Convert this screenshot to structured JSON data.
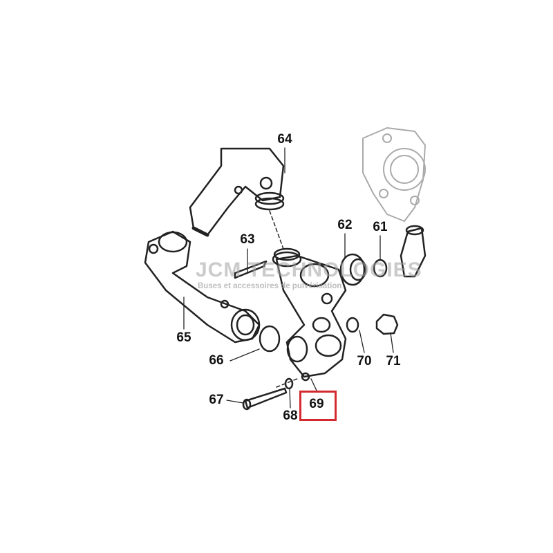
{
  "title": "Parts diagram – pump manifold assembly",
  "watermark": {
    "line1": "JCM TECHNOLOGIES",
    "line2": "Buses et accessoires de pulvérisation"
  },
  "highlight_color": "#d42a2f",
  "highlighted_part": "69",
  "callouts": [
    "64",
    "63",
    "62",
    "61",
    "65",
    "66",
    "70",
    "71",
    "67",
    "68",
    "69"
  ]
}
